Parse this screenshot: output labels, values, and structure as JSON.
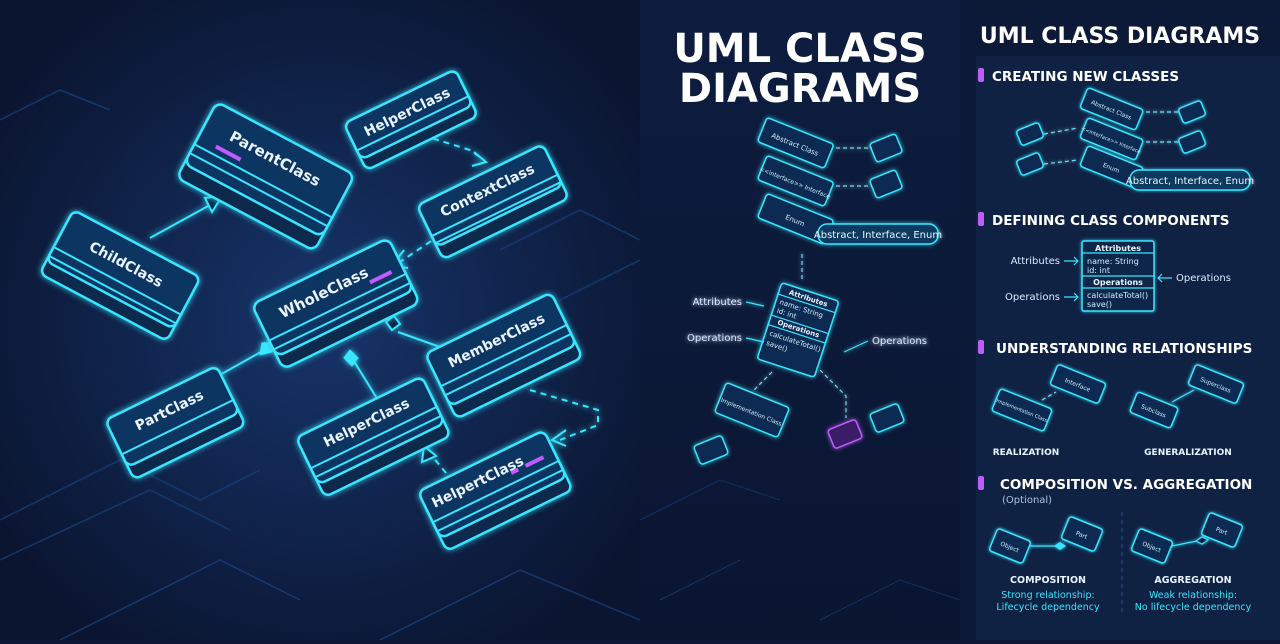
{
  "diagram": {
    "left_nodes": [
      {
        "id": "parent",
        "label": "ParentClass"
      },
      {
        "id": "helper1",
        "label": "HelperClass"
      },
      {
        "id": "context",
        "label": "ContextClass"
      },
      {
        "id": "child",
        "label": "ChildClass"
      },
      {
        "id": "whole",
        "label": "WholeClass"
      },
      {
        "id": "member",
        "label": "MemberClass"
      },
      {
        "id": "part",
        "label": "PartClass"
      },
      {
        "id": "helper2",
        "label": "HelperClass"
      },
      {
        "id": "helpert",
        "label": "HelpertClass"
      }
    ],
    "left_edges": [
      {
        "from": "child",
        "to": "parent",
        "style": "solid",
        "head": "hollow-triangle"
      },
      {
        "from": "helper1",
        "to": "context",
        "style": "dashed",
        "head": "open-arrow"
      },
      {
        "from": "context",
        "to": "whole",
        "style": "dashed",
        "head": "open-arrow"
      },
      {
        "from": "part",
        "to": "whole",
        "style": "solid",
        "head": "filled-diamond"
      },
      {
        "from": "helper2",
        "to": "whole",
        "style": "solid",
        "head": "filled-diamond"
      },
      {
        "from": "member",
        "to": "whole",
        "style": "solid",
        "head": "hollow-diamond"
      },
      {
        "from": "member",
        "to": "helpert",
        "style": "dashed",
        "head": "open-arrow"
      },
      {
        "from": "helpert",
        "to": "helper2",
        "style": "dashed",
        "head": "hollow-triangle"
      }
    ]
  },
  "middle": {
    "title_line1": "UML CLASS",
    "title_line2": "DIAGRAMS",
    "stack": [
      "Abstract Class",
      "<<interface>> Interface",
      "Enum"
    ],
    "badge": "Abstract, Interface, Enum",
    "box": {
      "attributes_header": "Attributes",
      "attr1": "name: String",
      "attr2": "id: int",
      "operations_header": "Operations",
      "op1": "calculateTotal()",
      "op2": "save()"
    },
    "label_attributes": "Attributes",
    "label_operations_left": "Operations",
    "label_operations_right": "Operations",
    "impl_label": "Implementation Class"
  },
  "right": {
    "title": "UML CLASS DIAGRAMS",
    "sections": {
      "s1": {
        "title": "CREATING NEW CLASSES",
        "stack": [
          "Abstract Class",
          "<<interface>> Interface",
          "Enum"
        ],
        "badge": "Abstract, Interface, Enum"
      },
      "s2": {
        "title": "DEFINING CLASS COMPONENTS",
        "attributes_header": "Attributes",
        "attr1": "name: String",
        "attr2": "id: int",
        "operations_header": "Operations",
        "op1": "calculateTotal()",
        "op2": "save()",
        "label_attributes": "Attributes",
        "label_operations_left": "Operations",
        "label_operations_right": "Operations"
      },
      "s3": {
        "title": "UNDERSTANDING RELATIONSHIPS",
        "realization_a": "Implementation Class",
        "realization_b": "Interface",
        "realization_caption": "REALIZATION",
        "generalization_a": "Subclass",
        "generalization_b": "Superclass",
        "generalization_caption": "GENERALIZATION"
      },
      "s4": {
        "title": "COMPOSITION VS. AGGREGATION",
        "subtitle": "(Optional)",
        "comp_a": "Object",
        "comp_b": "Part",
        "comp_caption": "COMPOSITION",
        "comp_desc1": "Strong relationship:",
        "comp_desc2": "Lifecycle dependency",
        "agg_a": "Object",
        "agg_b": "Part",
        "agg_caption": "AGGREGATION",
        "agg_desc1": "Weak relationship:",
        "agg_desc2": "No lifecycle dependency"
      }
    }
  },
  "colors": {
    "background": "#0b1733",
    "neon": "#38e6ff",
    "accent": "#c05cff",
    "text": "#e8f4ff"
  }
}
